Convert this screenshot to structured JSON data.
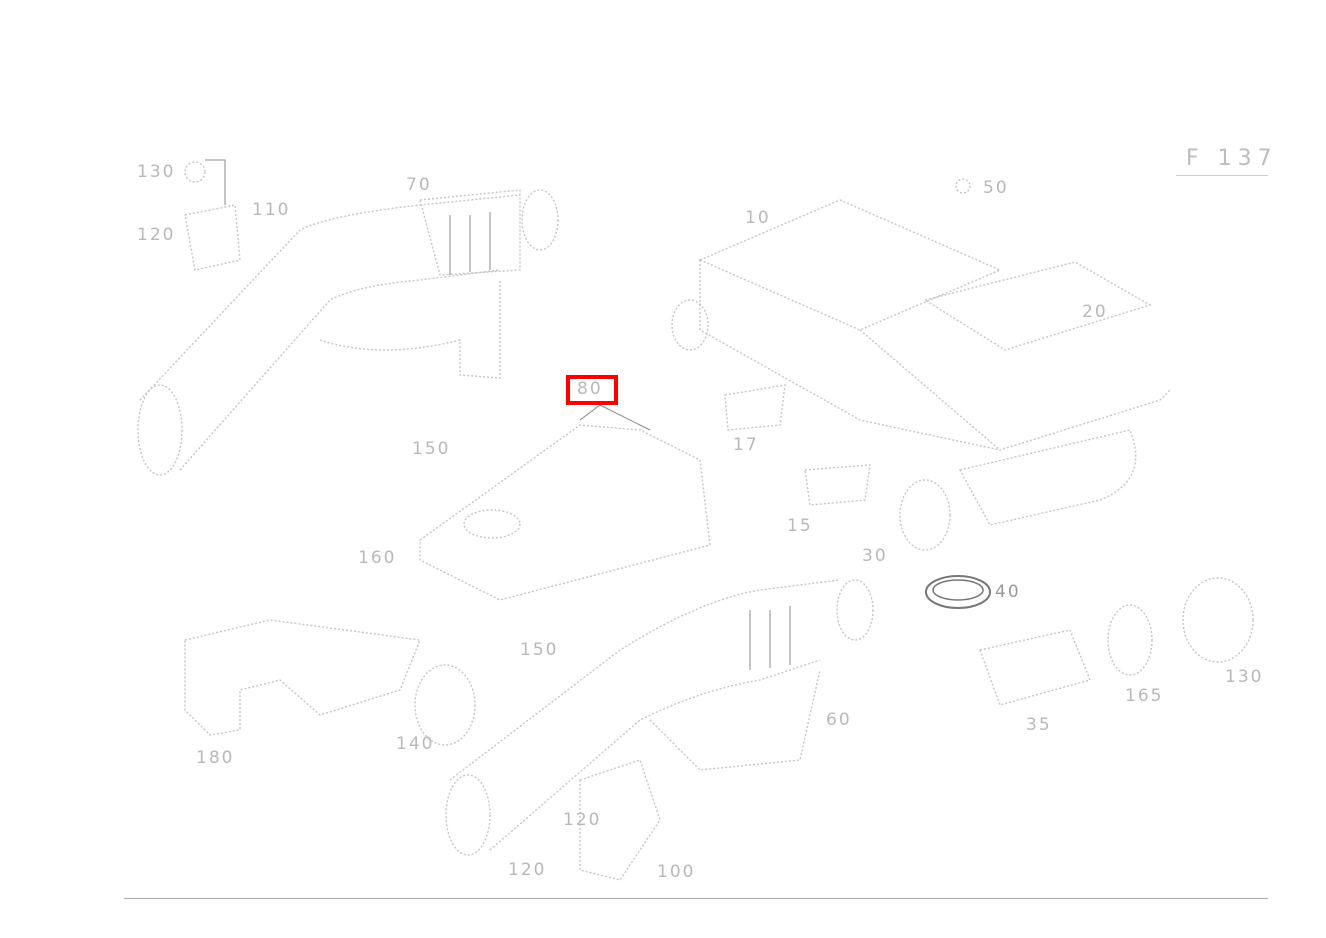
{
  "diagram": {
    "reference_code": "F 137",
    "highlighted_part": "80",
    "callouts": [
      {
        "id": "c1",
        "text": "130"
      },
      {
        "id": "c2",
        "text": "110"
      },
      {
        "id": "c3",
        "text": "120"
      },
      {
        "id": "c4",
        "text": "70"
      },
      {
        "id": "c5",
        "text": "80"
      },
      {
        "id": "c6",
        "text": "150"
      },
      {
        "id": "c7",
        "text": "10"
      },
      {
        "id": "c8",
        "text": "50"
      },
      {
        "id": "c9",
        "text": "20"
      },
      {
        "id": "c10",
        "text": "17"
      },
      {
        "id": "c11",
        "text": "15"
      },
      {
        "id": "c12",
        "text": "30"
      },
      {
        "id": "c13",
        "text": "40"
      },
      {
        "id": "c14",
        "text": "160"
      },
      {
        "id": "c15",
        "text": "150"
      },
      {
        "id": "c16",
        "text": "180"
      },
      {
        "id": "c17",
        "text": "140"
      },
      {
        "id": "c18",
        "text": "60"
      },
      {
        "id": "c19",
        "text": "120"
      },
      {
        "id": "c20",
        "text": "120"
      },
      {
        "id": "c21",
        "text": "100"
      },
      {
        "id": "c22",
        "text": "35"
      },
      {
        "id": "c23",
        "text": "165"
      },
      {
        "id": "c24",
        "text": "130"
      }
    ]
  }
}
